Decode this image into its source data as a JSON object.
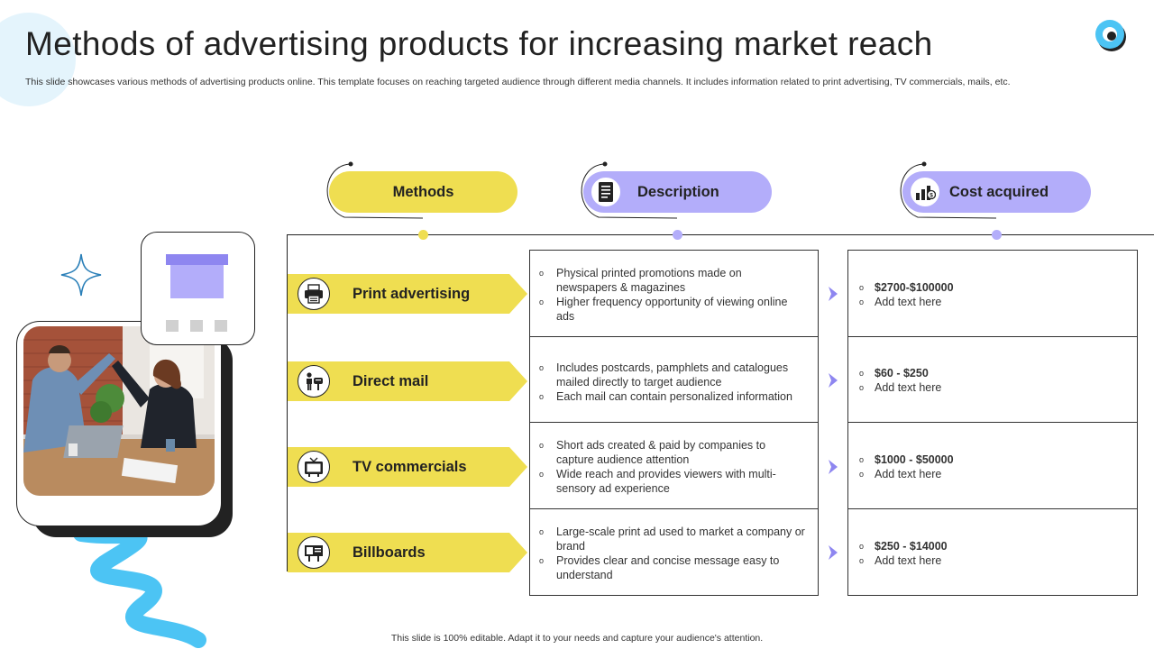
{
  "slide": {
    "title": "Methods of advertising products for increasing market reach",
    "subtitle": "This slide showcases various methods of advertising products online. This template  focuses on reaching targeted audience through different media channels. It includes information related to print advertising, TV commercials, mails, etc.",
    "footer": "This slide is 100% editable. Adapt it to your needs and capture your audience's attention."
  },
  "headers": {
    "methods": "Methods",
    "description": "Description",
    "cost": "Cost acquired",
    "description_icon": "document-icon",
    "cost_icon": "money-chart-icon"
  },
  "colors": {
    "yellow": "#efde51",
    "lavender": "#b3adfa",
    "violet": "#8e86f0",
    "sky": "#4cc4f4"
  },
  "rows": [
    {
      "method": "Print advertising",
      "icon": "printer-icon",
      "description": [
        "Physical printed promotions  made on newspapers & magazines",
        " Higher frequency  opportunity of viewing  online ads"
      ],
      "cost": "$2700-$100000",
      "cost_note": "Add text here"
    },
    {
      "method": "Direct mail",
      "icon": "mailbox-icon",
      "description": [
        "Includes postcards, pamphlets and catalogues mailed directly to target audience",
        "Each mail can contain personalized information"
      ],
      "cost": "$60 - $250",
      "cost_note": "Add text here"
    },
    {
      "method": "TV commercials",
      "icon": "television-icon",
      "description": [
        "Short ads created & paid by companies to capture audience attention",
        "Wide reach and provides  viewers  with multi-sensory ad experience"
      ],
      "cost": "$1000 - $50000",
      "cost_note": "Add text here"
    },
    {
      "method": "Billboards",
      "icon": "billboard-icon",
      "description": [
        "Large-scale  print ad used to market a company or brand",
        "Provides  clear and concise message easy to understand"
      ],
      "cost": "$250 - $14000",
      "cost_note": "Add text here"
    }
  ]
}
